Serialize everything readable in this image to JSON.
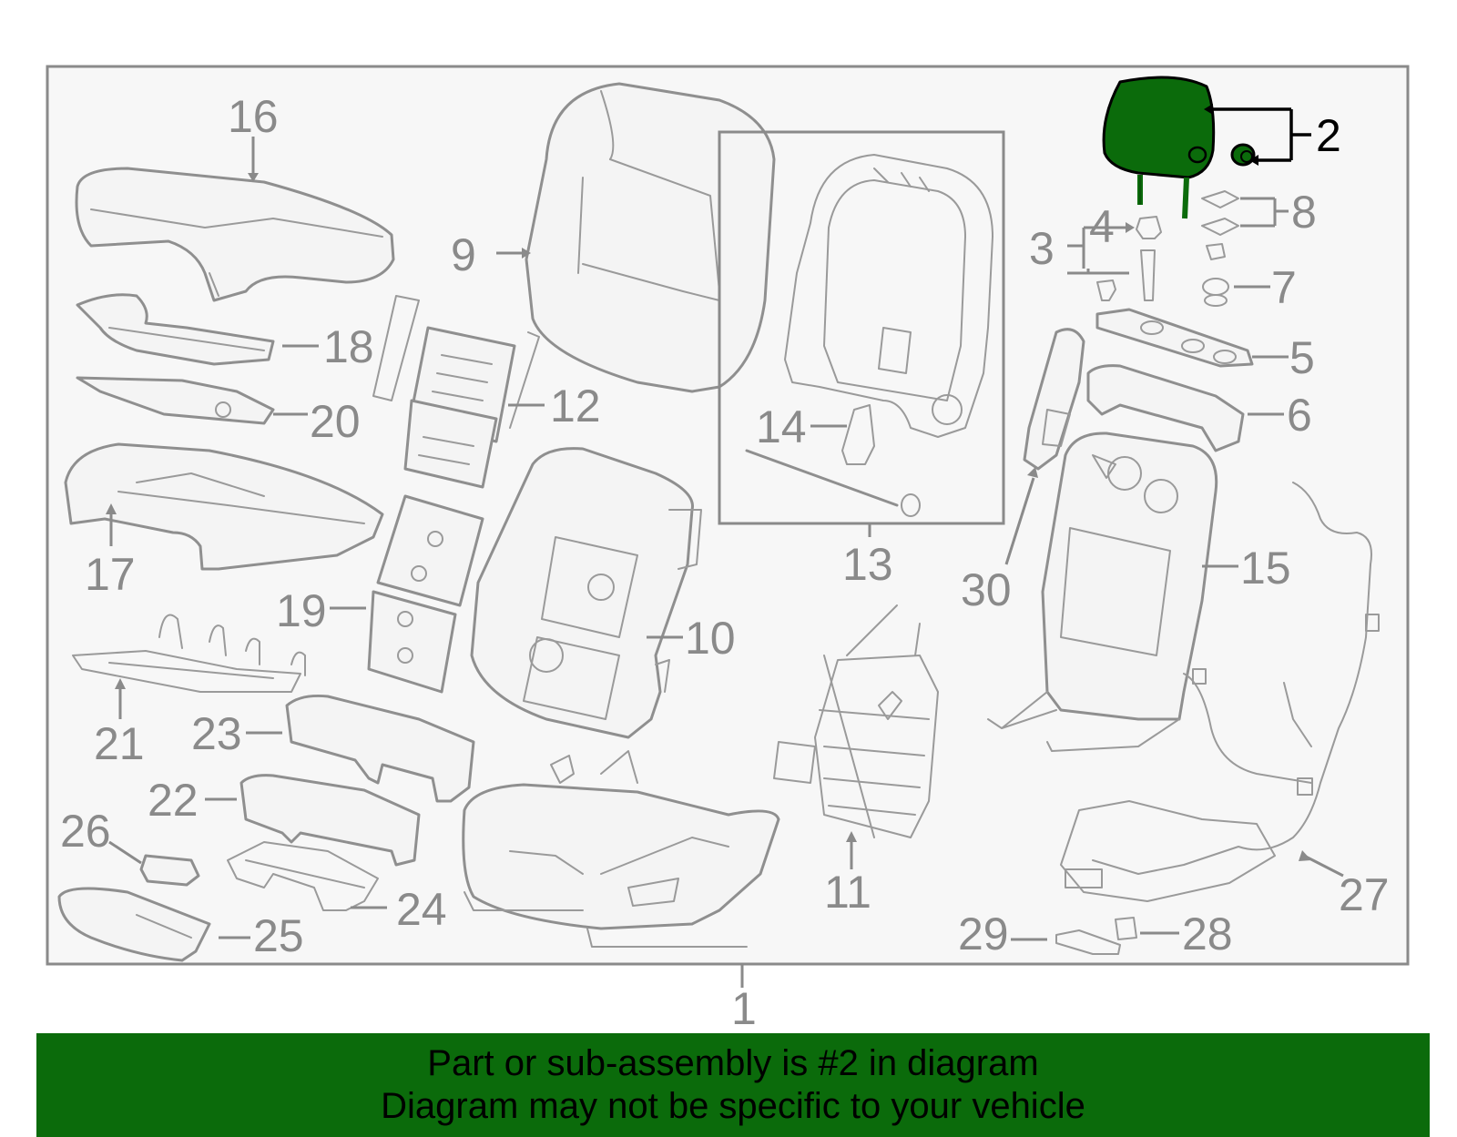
{
  "colors": {
    "highlight": "#0b6b0b",
    "part_stroke": "#8f8f8f",
    "frame_bg": "#f7f7f7",
    "frame_border": "#8a8a8a"
  },
  "highlighted_part": "2",
  "callouts": {
    "c1": "1",
    "c2": "2",
    "c3": "3",
    "c4": "4",
    "c5": "5",
    "c6": "6",
    "c7": "7",
    "c8": "8",
    "c9": "9",
    "c10": "10",
    "c11": "11",
    "c12": "12",
    "c13": "13",
    "c14": "14",
    "c15": "15",
    "c16": "16",
    "c17": "17",
    "c18": "18",
    "c19": "19",
    "c20": "20",
    "c21": "21",
    "c22": "22",
    "c23": "23",
    "c24": "24",
    "c25": "25",
    "c26": "26",
    "c27": "27",
    "c28": "28",
    "c29": "29",
    "c30": "30"
  },
  "banner": {
    "line1": "Part or sub-assembly is #2 in diagram",
    "line2": "Diagram may not be specific to your vehicle"
  }
}
